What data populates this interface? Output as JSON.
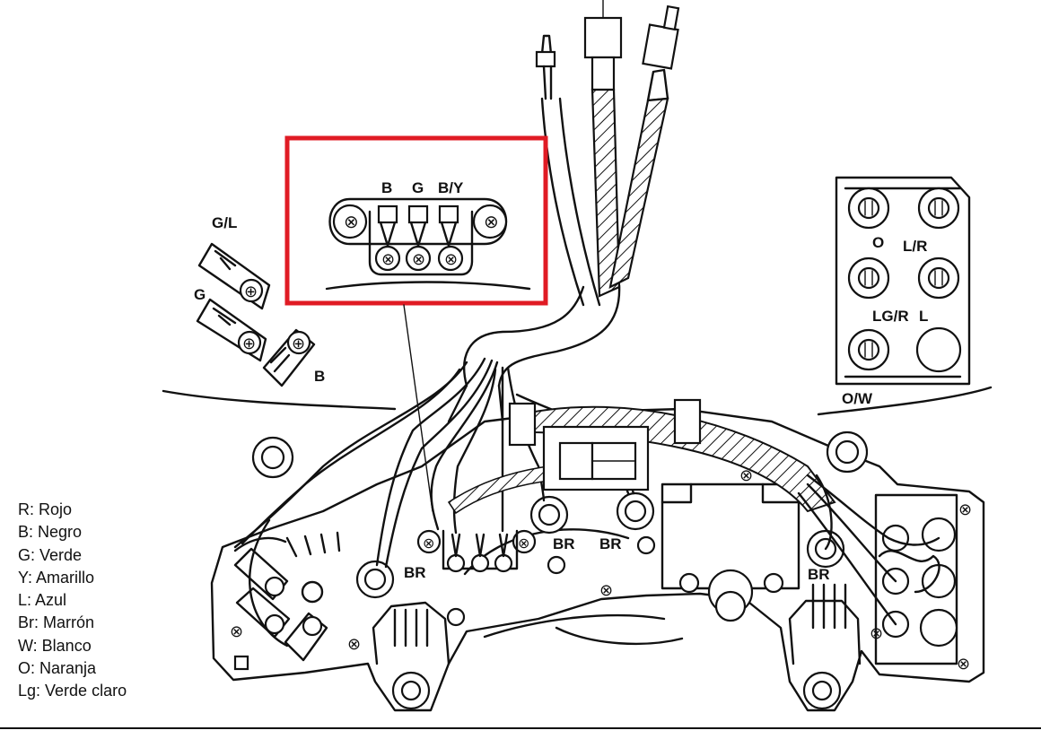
{
  "labels": {
    "top_connector": [
      "B",
      "G",
      "B/Y"
    ],
    "left_connector": [
      "G/L",
      "G",
      "B"
    ],
    "right_block": [
      "O",
      "L/R",
      "LG/R",
      "L",
      "O/W"
    ],
    "br": [
      "BR",
      "BR",
      "BR",
      "BR"
    ]
  },
  "legend": [
    "R: Rojo",
    "B: Negro",
    "G: Verde",
    "Y: Amarillo",
    "L: Azul",
    "Br: Marrón",
    "W: Blanco",
    "O:  Naranja",
    "Lg: Verde claro"
  ],
  "colors": {
    "highlight": "#e01b24",
    "line": "#111111"
  }
}
